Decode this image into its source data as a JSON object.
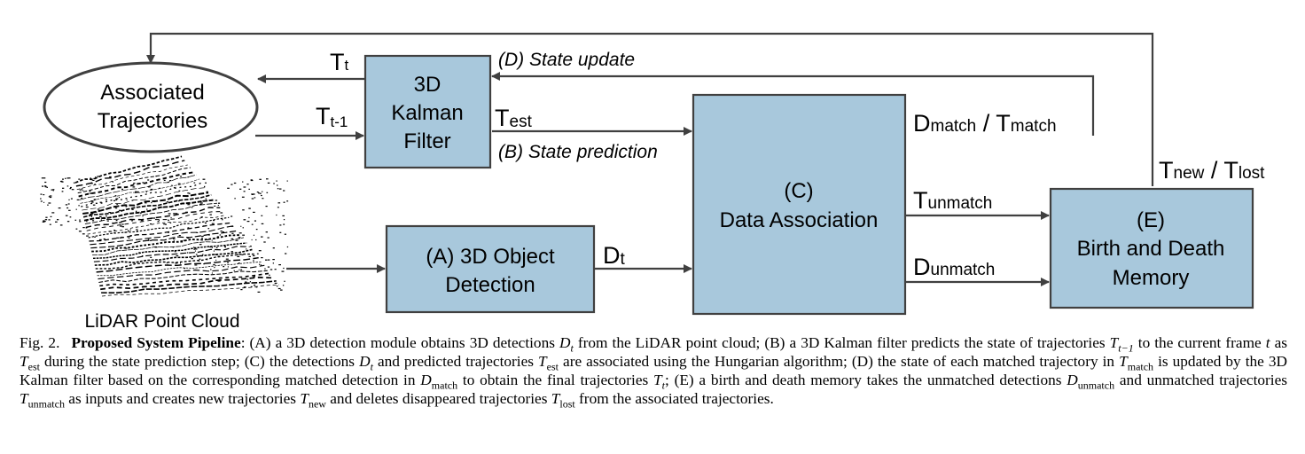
{
  "nodes": {
    "associated": [
      "Associated",
      "Trajectories"
    ],
    "kalman": [
      "3D",
      "Kalman",
      "Filter"
    ],
    "detection": [
      "(A) 3D Object",
      "Detection"
    ],
    "association": [
      "(C)",
      "Data Association"
    ],
    "memory": [
      "(E)",
      "Birth and Death",
      "Memory"
    ],
    "lidar_label": "LiDAR Point Cloud"
  },
  "edges": {
    "t": {
      "main": "T",
      "sub": "t"
    },
    "t_prev": {
      "main": "T",
      "sub": "t-1"
    },
    "t_est": {
      "main": "T",
      "sub": "est"
    },
    "d_t": {
      "main": "D",
      "sub": "t"
    },
    "d_match": {
      "main1": "D",
      "sub1": "match",
      "sep": " / ",
      "main2": "T",
      "sub2": "match"
    },
    "t_unmatch": {
      "main": "T",
      "sub": "unmatch"
    },
    "d_unmatch": {
      "main": "D",
      "sub": "unmatch"
    },
    "t_new_lost": {
      "main1": "T",
      "sub1": "new",
      "sep": " / ",
      "main2": "T",
      "sub2": "lost"
    },
    "state_update": "(D) State update",
    "state_prediction": "(B) State prediction"
  },
  "colors": {
    "box_fill": "#a8c8dc",
    "stroke": "#404040"
  },
  "caption": {
    "fig": "Fig. 2.",
    "title": "Proposed System Pipeline",
    "p1": ": (A) a 3D detection module obtains 3D detections ",
    "p2": " from the LiDAR point cloud; (B) a 3D Kalman filter predicts the state of trajectories ",
    "p3": " to the current frame ",
    "p4": " as ",
    "p5": " during the state prediction step; (C) the detections ",
    "p6": " and predicted trajectories ",
    "p7": " are associated using the Hungarian algorithm; (D) the state of each matched trajectory in ",
    "p8": " is updated by the 3D Kalman filter based on the corresponding matched detection in ",
    "p9": " to obtain the final trajectories ",
    "p10": "; (E) a birth and death memory takes the unmatched detections ",
    "p11": " and unmatched trajectories ",
    "p12": " as inputs and creates new trajectories ",
    "p13": " and deletes disappeared trajectories ",
    "p14": " from the associated trajectories.",
    "sym": {
      "T": "T",
      "D": "D",
      "t": "t",
      "s_t": "t",
      "s_tm1": "t−1",
      "s_est": "est",
      "s_match": "match",
      "s_unmatch": "unmatch",
      "s_new": "new",
      "s_lost": "lost"
    }
  }
}
